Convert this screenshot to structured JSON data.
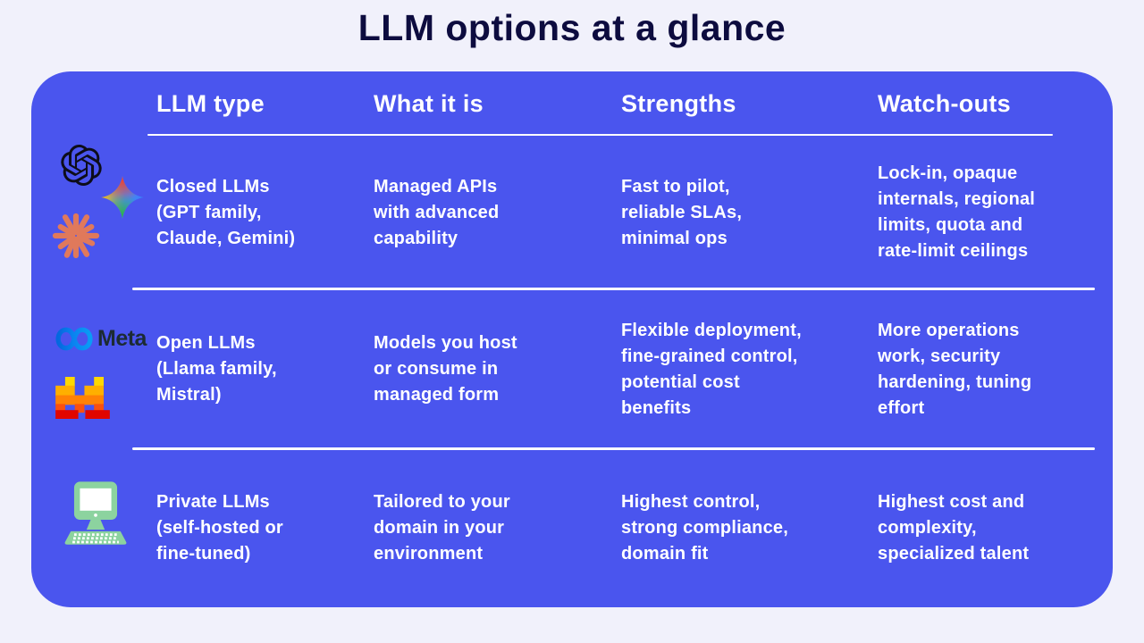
{
  "title": "LLM options at a glance",
  "table": {
    "headers": [
      "LLM type",
      "What it is",
      "Strengths",
      "Watch-outs"
    ],
    "rows": [
      {
        "icons": [
          "openai-logo",
          "gemini-logo",
          "claude-logo"
        ],
        "type": "Closed LLMs\n(GPT family,\nClaude, Gemini)",
        "what": "Managed APIs\nwith advanced\ncapability",
        "strengths": "Fast to pilot,\nreliable SLAs,\nminimal ops",
        "watchouts": "Lock-in, opaque\ninternals, regional\nlimits, quota and\nrate-limit ceilings"
      },
      {
        "icons": [
          "meta-logo",
          "mistral-logo"
        ],
        "type": "Open LLMs\n(Llama family,\nMistral)",
        "what": "Models you host\nor consume in\nmanaged form",
        "strengths": "Flexible deployment,\nfine-grained control,\npotential cost\nbenefits",
        "watchouts": "More operations\nwork, security\nhardening, tuning\neffort"
      },
      {
        "icons": [
          "desktop-computer"
        ],
        "type": "Private LLMs\n(self-hosted or\nfine-tuned)",
        "what": "Tailored to your\ndomain in your\nenvironment",
        "strengths": "Highest control,\nstrong compliance,\ndomain fit",
        "watchouts": "Highest cost and\ncomplexity,\nspecialized talent"
      }
    ]
  },
  "meta_wordmark": "Meta",
  "colors": {
    "page_background": "#f1f1fb",
    "card_background": "#4a55ee",
    "title_text": "#0d0c3f",
    "table_text": "#ffffff",
    "claude_coral": "#e0795b",
    "computer_green": "#8cd39f",
    "meta_blue": "#0467df",
    "mistral_yellow": "#FFD800",
    "mistral_red": "#E10500"
  }
}
